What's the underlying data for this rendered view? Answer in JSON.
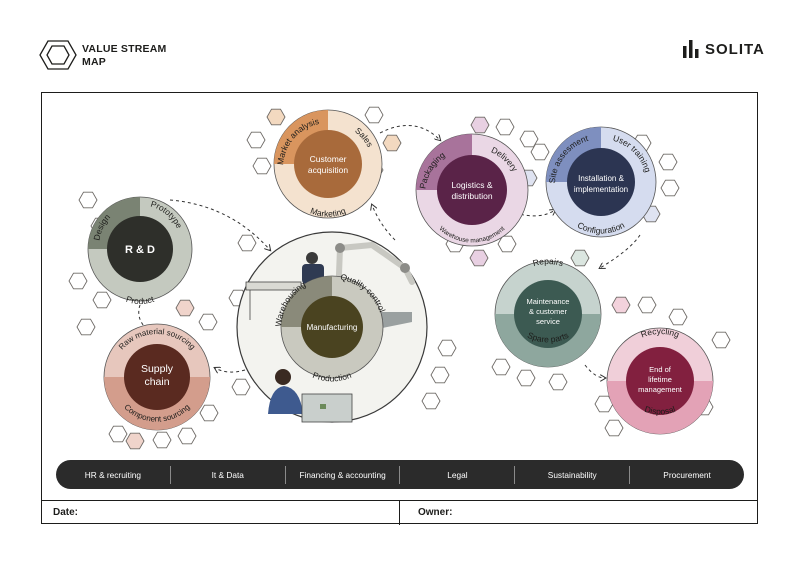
{
  "header": {
    "title_line1": "VALUE STREAM",
    "title_line2": "MAP",
    "brand": "SOLITA"
  },
  "stages": {
    "rd": {
      "center": "R & D",
      "ring": [
        "Design",
        "Prototype",
        "Product"
      ]
    },
    "customer": {
      "center_line1": "Customer",
      "center_line2": "acquisition",
      "ring": [
        "Market analysis",
        "Sales",
        "Marketing"
      ]
    },
    "logistics": {
      "center_line1": "Logistics &",
      "center_line2": "distribution",
      "ring": [
        "Packaging",
        "Delivery",
        "Warehouse management"
      ]
    },
    "installation": {
      "center_line1": "Installation &",
      "center_line2": "implementation",
      "ring": [
        "Site assesment",
        "User training",
        "Configuration"
      ]
    },
    "manufacturing": {
      "center": "Manufacturing",
      "ring": [
        "Warehousing",
        "Quality control",
        "Production"
      ]
    },
    "supply": {
      "center_line1": "Supply",
      "center_line2": "chain",
      "ring": [
        "Raw material sourcing",
        "Component sourcing"
      ]
    },
    "maintenance": {
      "center_line1": "Maintenance",
      "center_line2": "& customer",
      "center_line3": "service",
      "ring": [
        "Repairs",
        "Spare parts"
      ]
    },
    "endoflife": {
      "center_line1": "End of",
      "center_line2": "lifetime",
      "center_line3": "management",
      "ring": [
        "Recycling",
        "Disposal"
      ]
    }
  },
  "support_functions": [
    "HR & recruiting",
    "It & Data",
    "Financing & accounting",
    "Legal",
    "Sustainability",
    "Procurement"
  ],
  "footer": {
    "date_label": "Date:",
    "owner_label": "Owner:"
  }
}
